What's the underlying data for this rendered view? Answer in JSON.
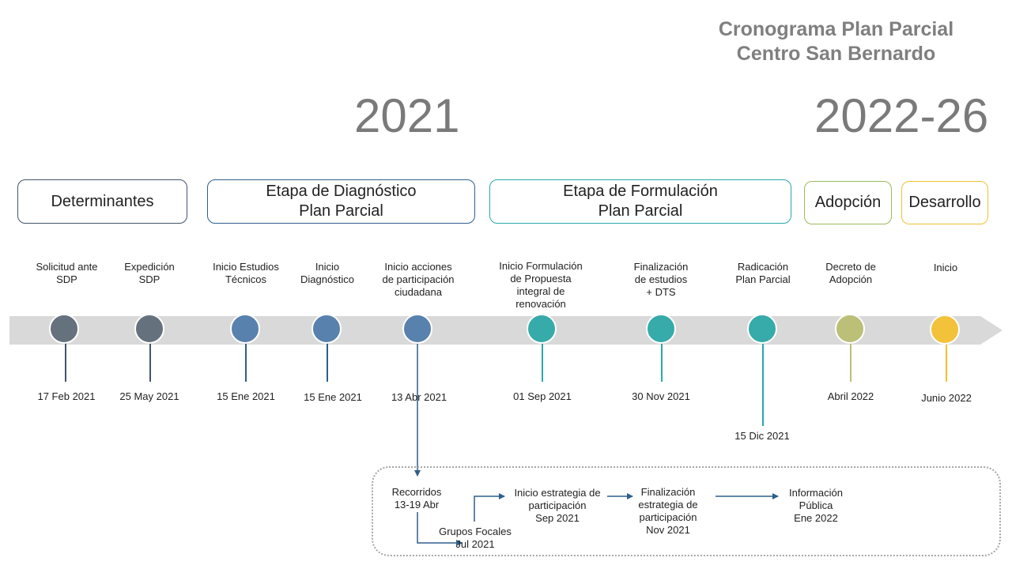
{
  "title": "Cronograma Plan Parcial\nCentro San Bernardo",
  "years": [
    "2021",
    "2022-26"
  ],
  "phases": [
    {
      "label": "Determinantes",
      "color": "#44546a"
    },
    {
      "label": "Etapa de Diagnóstico\nPlan Parcial",
      "color": "#2e5f8a"
    },
    {
      "label": "Etapa de Formulación\nPlan Parcial",
      "color": "#2aa8a8"
    },
    {
      "label": "Adopción",
      "color": "#9bbb59"
    },
    {
      "label": "Desarrollo",
      "color": "#f2c12e"
    }
  ],
  "milestones": [
    {
      "label": "Solicitud ante\nSDP",
      "date": "17 Feb 2021",
      "color": "#66717e"
    },
    {
      "label": "Expedición\nSDP",
      "date": "25 May 2021",
      "color": "#66717e"
    },
    {
      "label": "Inicio Estudios\nTécnicos",
      "date": "15 Ene 2021",
      "color": "#5981ad"
    },
    {
      "label": "Inicio\nDiagnóstico",
      "date": "15 Ene 2021",
      "color": "#5981ad"
    },
    {
      "label": "Inicio acciones\nde participación\nciudadana",
      "date": "13 Abr 2021",
      "color": "#5981ad"
    },
    {
      "label": "Inicio Formulación\nde Propuesta\nintegral de\nrenovación",
      "date": "01 Sep 2021",
      "color": "#36aba9"
    },
    {
      "label": "Finalización\nde estudios\n+ DTS",
      "date": "30 Nov 2021",
      "color": "#36aba9"
    },
    {
      "label": "Radicación\nPlan Parcial",
      "date": "15 Dic 2021",
      "color": "#36aba9"
    },
    {
      "label": "Decreto de\nAdopción",
      "date": "Abril 2022",
      "color": "#bcbf78"
    },
    {
      "label": "Inicio",
      "date": "Junio 2022",
      "color": "#f3c23b"
    }
  ],
  "participation": [
    "Recorridos\n13-19 Abr",
    "Grupos Focales\nJul 2021",
    "Inicio estrategia de\nparticipación\nSep 2021",
    "Finalización\nestrategia de\nparticipación\nNov 2021",
    "Información\nPública\nEne 2022"
  ]
}
